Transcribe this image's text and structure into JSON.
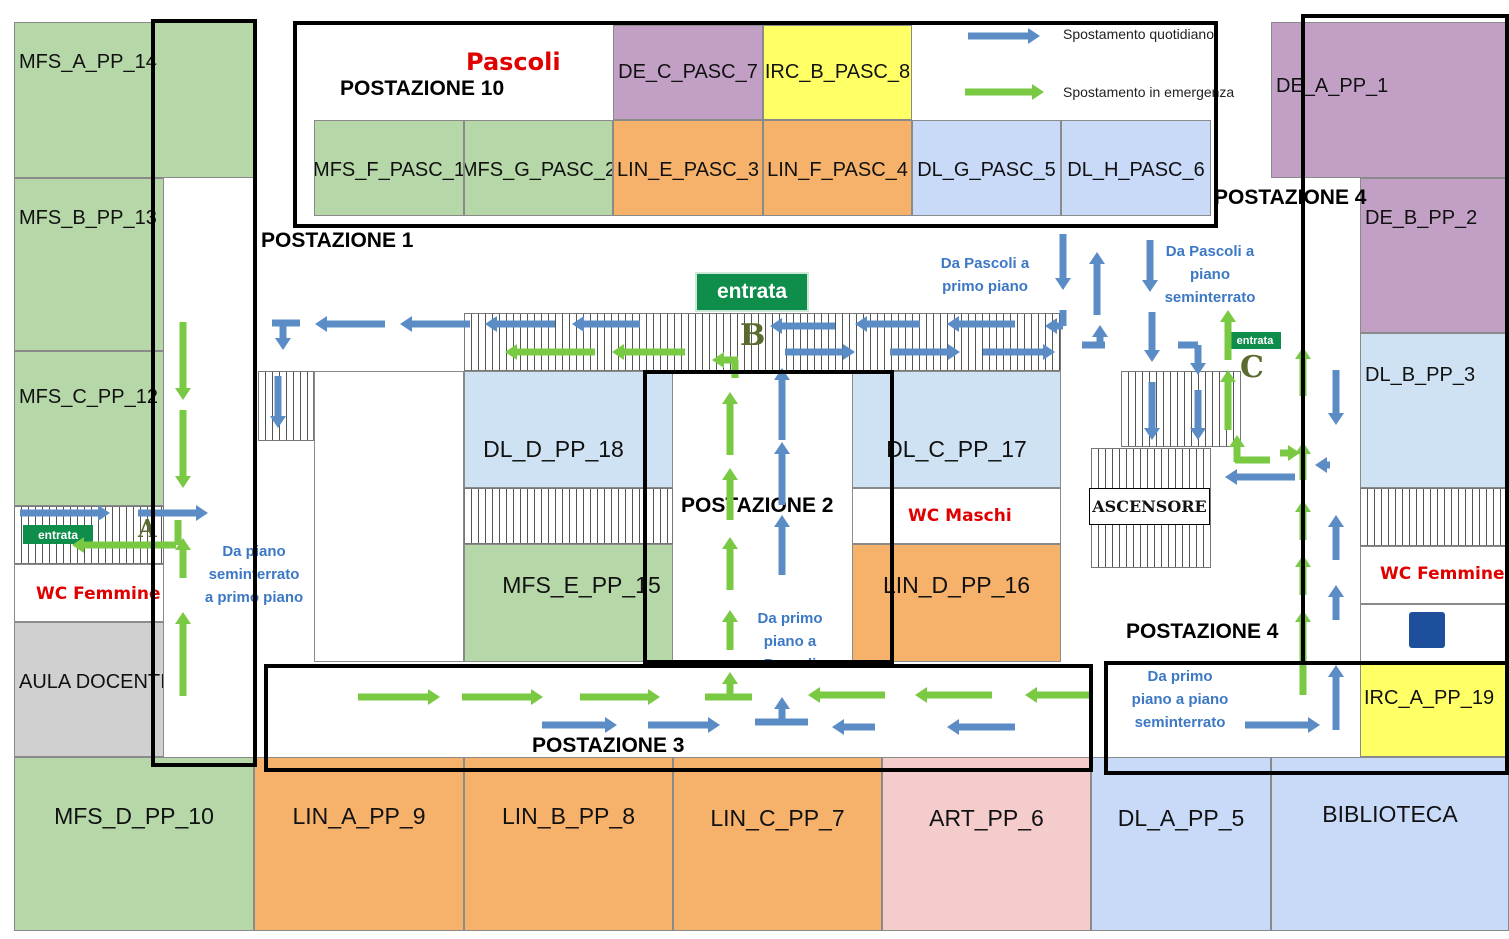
{
  "colors": {
    "green": "#b6d7a8",
    "orange": "#f6b26b",
    "purple": "#c2a0c6",
    "yellow": "#ffff66",
    "blue": "#c9daf8",
    "light_blue": "#cfe2f3",
    "pink": "#f4cccc",
    "gray": "#d0d0d0",
    "daily_arrow": "#5b8cc6",
    "emergency_arrow": "#7ac943",
    "entrance_sign": "#0f8d4a",
    "wc_text": "#e00000",
    "note_text": "#3d78c4"
  },
  "legend": {
    "daily": "Spostamento quotidiano",
    "emergency": "Spostamento in emergenza"
  },
  "pascoli": {
    "title": "Pascoli",
    "postazione": "POSTAZIONE 10"
  },
  "rooms": {
    "mfs_a_pp_14": "MFS_A_PP_14",
    "mfs_b_pp_13": "MFS_B_PP_13",
    "mfs_c_pp_12": "MFS_C_PP_12",
    "aula_docenti": "AULA DOCENTI",
    "mfs_d_pp_10": "MFS_D_PP_10",
    "lin_a_pp_9": "LIN_A_PP_9",
    "lin_b_pp_8": "LIN_B_PP_8",
    "lin_c_pp_7": "LIN_C_PP_7",
    "art_pp_6": "ART_PP_6",
    "dl_a_pp_5": "DL_A_PP_5",
    "biblioteca": "BIBLIOTECA",
    "de_c_pasc_7": "DE_C_PASC_7",
    "irc_b_pasc_8": "IRC_B_PASC_8",
    "mfs_f_pasc_1": "MFS_F_PASC_1",
    "mfs_g_pasc_2": "MFS_G_PASC_2",
    "lin_e_pasc_3": "LIN_E_PASC_3",
    "lin_f_pasc_4": "LIN_F_PASC_4",
    "dl_g_pasc_5": "DL_G_PASC_5",
    "dl_h_pasc_6": "DL_H_PASC_6",
    "de_a_pp_1": "DE_A_PP_1",
    "de_b_pp_2": "DE_B_PP_2",
    "dl_b_pp_3": "DL_B_PP_3",
    "irc_a_pp_19": "IRC_A_PP_19",
    "dl_d_pp_18": "DL_D_PP_18",
    "mfs_e_pp_15": "MFS_E_PP_15",
    "dl_c_pp_17": "DL_C_PP_17",
    "lin_d_pp_16": "LIN_D_PP_16",
    "ascensore": "ASCENSORE"
  },
  "wc": {
    "maschi": "WC Maschi",
    "femmine_left": "WC Femmine",
    "femmine_right": "WC Femmine"
  },
  "postazioni": {
    "p1": "POSTAZIONE 1",
    "p2": "POSTAZIONE 2",
    "p3": "POSTAZIONE 3",
    "p4_top": "POSTAZIONE 4",
    "p4_mid": "POSTAZIONE 4"
  },
  "entrances": {
    "main": "entrata",
    "left": "entrata",
    "right": "entrata"
  },
  "letters": {
    "a": "A",
    "b": "B",
    "c": "C"
  },
  "notes": {
    "pascoli_primo_1": "Da Pascoli a",
    "pascoli_primo_2": "primo piano",
    "pascoli_semi_1": "Da Pascoli a",
    "pascoli_semi_2": "piano",
    "pascoli_semi_3": "seminterrato",
    "semi_primo_1": "Da piano",
    "semi_primo_2": "seminterrato",
    "semi_primo_3": "a primo piano",
    "primo_pascoli_1": "Da primo",
    "primo_pascoli_2": "piano a",
    "primo_pascoli_3": "Pascoli",
    "primo_semi_1": "Da primo",
    "primo_semi_2": "piano a piano",
    "primo_semi_3": "seminterrato"
  }
}
